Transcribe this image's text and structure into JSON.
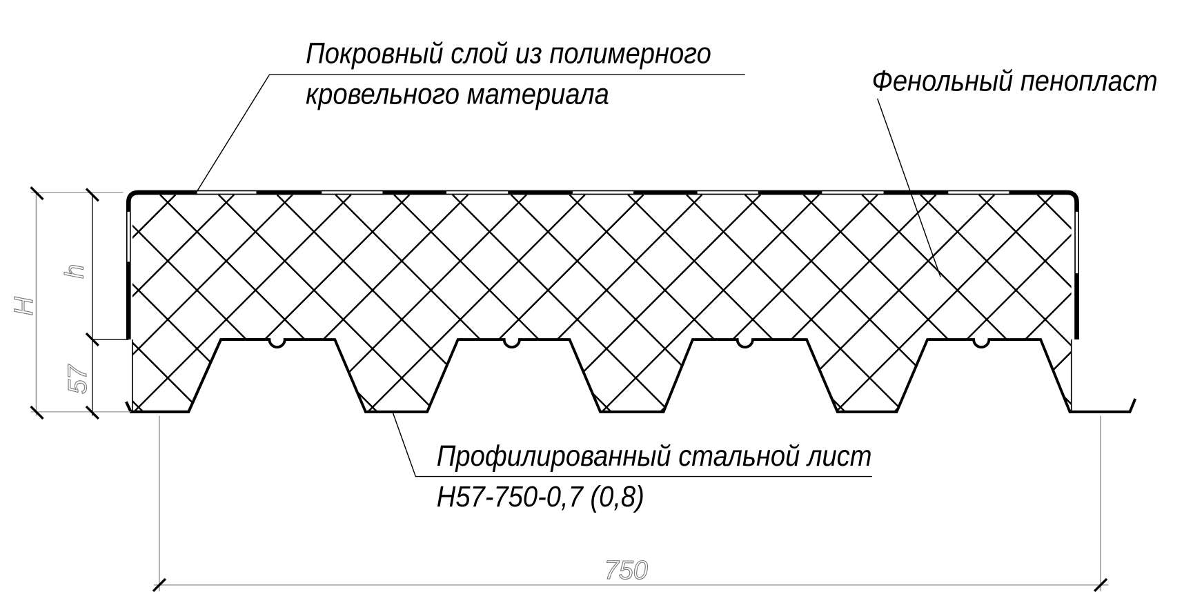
{
  "labels": {
    "cover_line1": "Покровный слой из полимерного",
    "cover_line2": "кровельного материала",
    "foam": "Фенольный пенопласт",
    "sheet_line1": "Профилированный стальной лист",
    "sheet_line2": "Н57-750-0,7 (0,8)"
  },
  "dimensions": {
    "total_height": "H",
    "insulation_height": "h",
    "profile_height": "57",
    "width": "750"
  }
}
